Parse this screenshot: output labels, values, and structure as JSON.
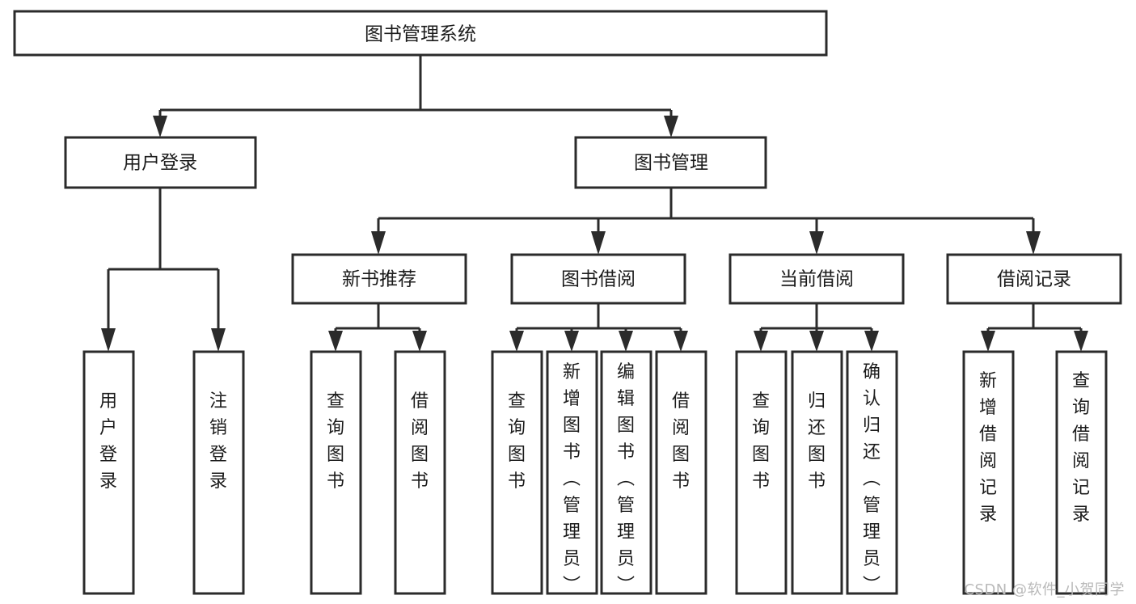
{
  "diagram": {
    "type": "tree-hierarchy",
    "title": "图书管理系统",
    "orientation": "top-down",
    "colors": {
      "stroke": "#2b2b2b",
      "fill": "#ffffff",
      "text": "#1b1b1b",
      "watermark": "#b9b9b9",
      "background": "#ffffff"
    },
    "root": {
      "label": "图书管理系统"
    },
    "level2": [
      {
        "id": "user-login",
        "label": "用户登录"
      },
      {
        "id": "book-management",
        "label": "图书管理"
      }
    ],
    "level3": [
      {
        "id": "new-book-recommend",
        "label": "新书推荐",
        "parent": "book-management"
      },
      {
        "id": "book-borrow",
        "label": "图书借阅",
        "parent": "book-management"
      },
      {
        "id": "current-borrow",
        "label": "当前借阅",
        "parent": "book-management"
      },
      {
        "id": "borrow-record",
        "label": "借阅记录",
        "parent": "book-management"
      }
    ],
    "leaves": {
      "user-login": [
        {
          "id": "leaf-user-login",
          "label": "用户登录"
        },
        {
          "id": "leaf-logout",
          "label": "注销登录"
        }
      ],
      "new-book-recommend": [
        {
          "id": "leaf-query-book-1",
          "label": "查询图书"
        },
        {
          "id": "leaf-borrow-book-1",
          "label": "借阅图书"
        }
      ],
      "book-borrow": [
        {
          "id": "leaf-query-book-2",
          "label": "查询图书"
        },
        {
          "id": "leaf-add-book",
          "label": "新增图书（管理员）"
        },
        {
          "id": "leaf-edit-book",
          "label": "编辑图书（管理员）"
        },
        {
          "id": "leaf-borrow-book-2",
          "label": "借阅图书"
        }
      ],
      "current-borrow": [
        {
          "id": "leaf-query-book-3",
          "label": "查询图书"
        },
        {
          "id": "leaf-return-book",
          "label": "归还图书"
        },
        {
          "id": "leaf-confirm-return",
          "label": "确认归还（管理员）"
        }
      ],
      "borrow-record": [
        {
          "id": "leaf-add-record",
          "label": "新增借阅记录"
        },
        {
          "id": "leaf-query-record",
          "label": "查询借阅记录"
        }
      ]
    }
  },
  "watermark": {
    "text": "CSDN @软件_小贺同学"
  }
}
